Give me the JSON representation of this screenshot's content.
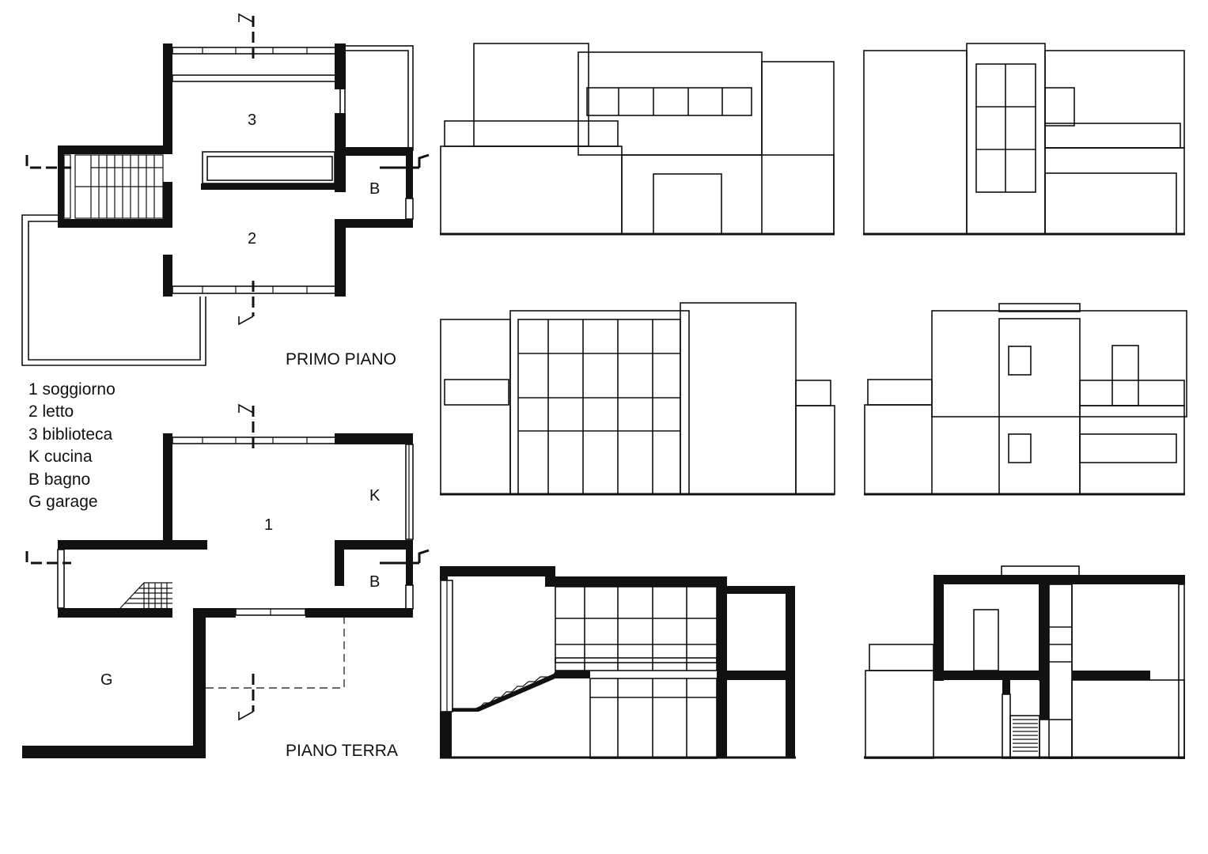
{
  "plans": {
    "first_floor": {
      "title": "PRIMO PIANO",
      "rooms": [
        "3",
        "2",
        "B"
      ]
    },
    "ground_floor": {
      "title": "PIANO TERRA",
      "rooms": [
        "1",
        "K",
        "B",
        "G"
      ]
    }
  },
  "legend": [
    "1 soggiorno",
    "2 letto",
    "3 biblioteca",
    "K cucina",
    "B bagno",
    "G garage"
  ],
  "drawings": {
    "elevations": 4,
    "sections": 2
  }
}
